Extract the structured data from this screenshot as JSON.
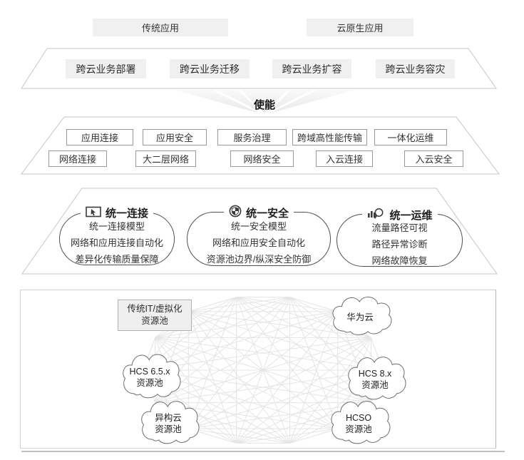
{
  "top_apps": [
    {
      "label": "传统应用"
    },
    {
      "label": "云原生应用"
    }
  ],
  "business_band": {
    "items": [
      "跨云业务部署",
      "跨云业务迁移",
      "跨云业务扩容",
      "跨云业务容灾"
    ]
  },
  "enable_label": "使能",
  "capability_band": {
    "row1": [
      "应用连接",
      "应用安全",
      "服务治理",
      "跨域高性能传输",
      "一体化运维"
    ],
    "row2": [
      "网络连接",
      "大二层网络",
      "网络安全",
      "入云连接",
      "入云安全"
    ]
  },
  "pillars": [
    {
      "title": "统一连接",
      "icon": "window-cursor-icon",
      "items": [
        "统一连接模型",
        "网络和应用连接自动化",
        "差异化传输质量保障"
      ]
    },
    {
      "title": "统一安全",
      "icon": "shield-badge-icon",
      "items": [
        "统一安全模型",
        "网络和应用安全自动化",
        "资源池边界/纵深安全防御"
      ]
    },
    {
      "title": "统一运维",
      "icon": "chart-magnifier-icon",
      "items": [
        "流量路径可视",
        "路径异常诊断",
        "网络故障恢复"
      ]
    }
  ],
  "resource_pools": {
    "rect_node": {
      "lines": [
        "传统IT/虚拟化",
        "资源池"
      ]
    },
    "clouds": [
      {
        "lines": [
          "华为云"
        ]
      },
      {
        "lines": [
          "HCS 6.5.x",
          "资源池"
        ]
      },
      {
        "lines": [
          "HCS 8.x",
          "资源池"
        ]
      },
      {
        "lines": [
          "异构云",
          "资源池"
        ]
      },
      {
        "lines": [
          "HCSO",
          "资源池"
        ]
      }
    ]
  },
  "mesh": {
    "node_count": 14
  },
  "colors": {
    "box_fill": "#f0f0f0",
    "box_border": "#9a9a9a",
    "trapezoid_stroke": "#c6c6c6",
    "oval_stroke": "#4f4f4f",
    "text": "#333333",
    "mesh_line": "#e5e5e5",
    "cloud_stroke": "#6e6e6e",
    "panel_border": "#d2d2d2"
  }
}
